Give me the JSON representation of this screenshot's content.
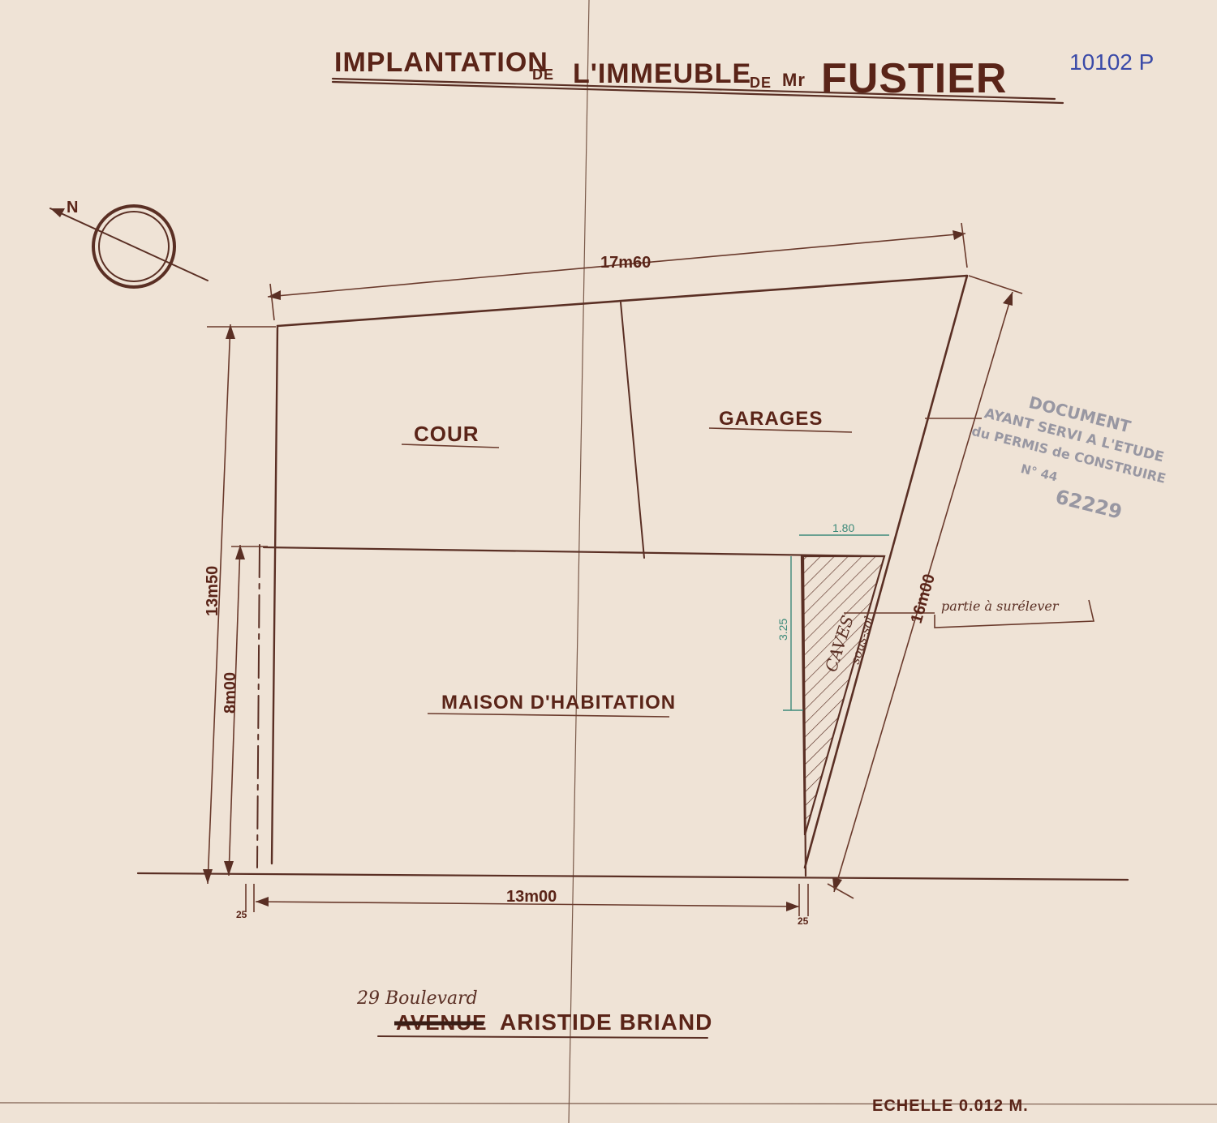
{
  "title": {
    "part1": "IMPLANTATION",
    "part2": "DE",
    "part3": "L'IMMEUBLE",
    "part4": "DE",
    "part5": "Mr",
    "part6": "FUSTIER"
  },
  "reference_number": "10102 P",
  "north_label": "N",
  "areas": {
    "cour": "COUR",
    "garages": "GARAGES",
    "maison": "MAISON D'HABITATION",
    "caves": "CAVES",
    "caves_sub": "sous-sol",
    "partie": "partie à surélever"
  },
  "dimensions": {
    "top": "17m60",
    "left_total": "13m50",
    "left_house": "8m00",
    "bottom": "13m00",
    "right": "16m00",
    "cave_width": "1.80",
    "cave_height": "3.25",
    "offset_left": "25",
    "offset_right": "25"
  },
  "stamp": {
    "line1": "DOCUMENT",
    "line2": "AYANT SERVI A L'ETUDE",
    "line3": "du PERMIS de CONSTRUIRE",
    "line4": "N° 44",
    "line5": "62229"
  },
  "address": {
    "number_street": "29 Boulevard",
    "struck": "AVENUE",
    "name": "ARISTIDE BRIAND"
  },
  "scale": "ECHELLE 0.012 M."
}
